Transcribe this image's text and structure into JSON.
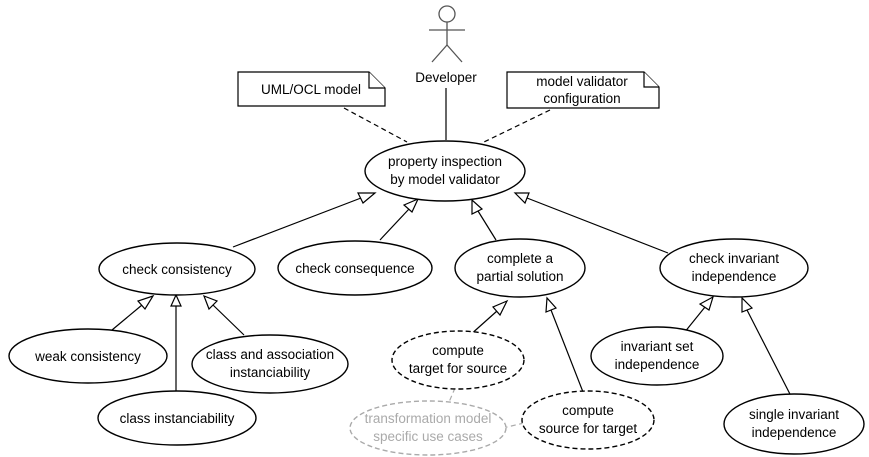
{
  "actor": {
    "name": "Developer"
  },
  "notes": {
    "uml_model": "UML/OCL model",
    "validator_config": [
      "model validator",
      "configuration"
    ]
  },
  "use_cases": {
    "property_inspection": [
      "property inspection",
      "by model validator"
    ],
    "check_consistency": [
      "check consistency"
    ],
    "check_consequence": [
      "check consequence"
    ],
    "complete_partial": [
      "complete a",
      "partial solution"
    ],
    "check_invariant_independence": [
      "check invariant",
      "independence"
    ],
    "weak_consistency": [
      "weak consistency"
    ],
    "class_instanciability": [
      "class instanciability"
    ],
    "class_assoc_instanciability": [
      "class and association",
      "instanciability"
    ],
    "compute_target": [
      "compute",
      "target for source"
    ],
    "compute_source": [
      "compute",
      "source for target"
    ],
    "transformation_model": [
      "transformation model",
      "specific use cases"
    ],
    "invariant_set_independence": [
      "invariant set",
      "independence"
    ],
    "single_invariant_independence": [
      "single invariant",
      "independence"
    ]
  },
  "colors": {
    "line": "#000000",
    "faded": "#aaaaaa",
    "actor": "#555555"
  }
}
